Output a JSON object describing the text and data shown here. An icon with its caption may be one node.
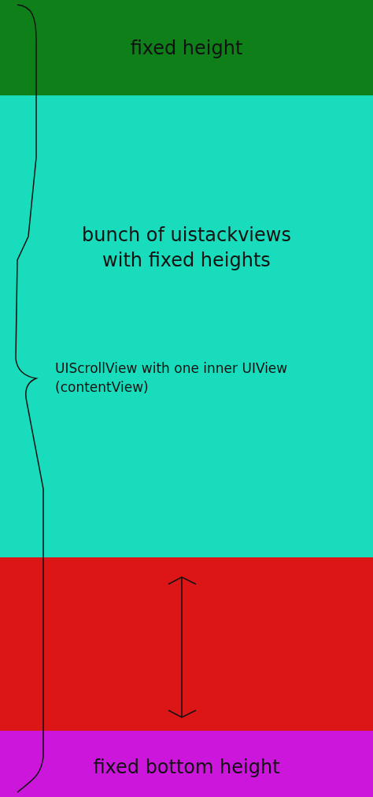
{
  "diagram": {
    "nodes": [
      {
        "text": [
          "fixed height"
        ]
      },
      {
        "text": [
          "bunch of uistackviews with fixed heights"
        ]
      },
      {
        "text": [],
        "shape": "box"
      },
      {
        "text": [
          "fixed bottom height"
        ]
      }
    ],
    "edges": [],
    "labels": [
      "UIScrollView with one inner UIView (contentView)"
    ]
  }
}
